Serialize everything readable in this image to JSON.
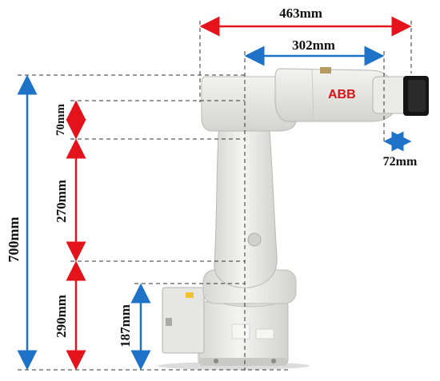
{
  "image": {
    "subject": "ABB industrial robot arm, side view",
    "logo_text": "ABB",
    "colors": {
      "red_dim": "#e3121b",
      "blue_dim": "#1e73c8",
      "guide_line": "#333333",
      "robot_body": "#e9e9e6",
      "robot_shade": "#cfcfcb",
      "tool_flange": "#151515",
      "abb_red": "#d8141a"
    }
  },
  "dimensions": {
    "top_reach": "463mm",
    "upper_arm_reach": "302mm",
    "flange_length": "72mm",
    "total_height": "700mm",
    "segment_top": "70mm",
    "segment_middle": "270mm",
    "segment_bottom": "290mm",
    "base_height": "187mm"
  }
}
